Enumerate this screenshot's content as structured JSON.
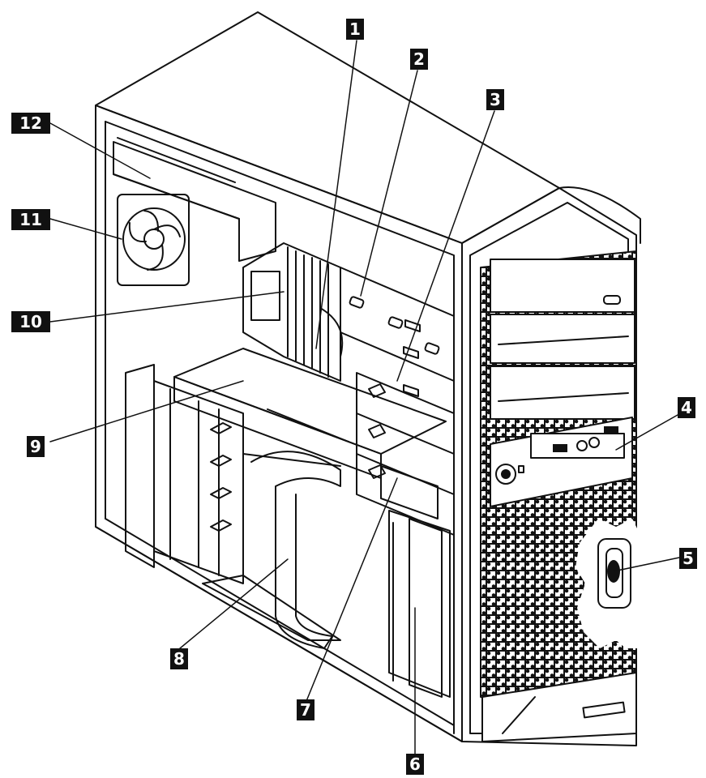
{
  "diagram": {
    "callouts": [
      {
        "label": "1"
      },
      {
        "label": "2"
      },
      {
        "label": "3"
      },
      {
        "label": "4"
      },
      {
        "label": "5"
      },
      {
        "label": "6"
      },
      {
        "label": "7"
      },
      {
        "label": "8"
      },
      {
        "label": "9"
      },
      {
        "label": "10"
      },
      {
        "label": "11"
      },
      {
        "label": "12"
      }
    ],
    "colors": {
      "line": "#111111",
      "label_bg": "#111111",
      "label_text": "#ffffff",
      "background": "#ffffff"
    }
  }
}
